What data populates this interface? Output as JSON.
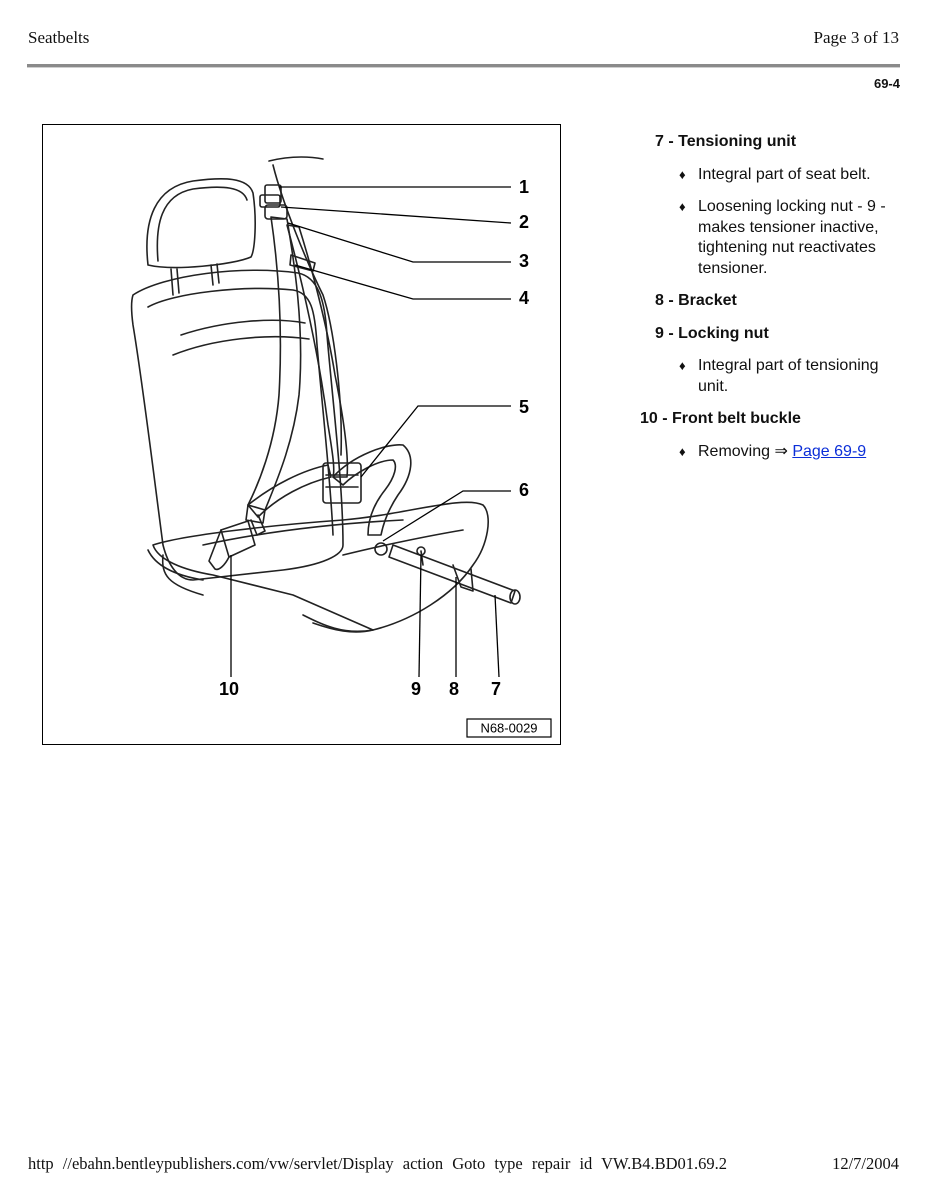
{
  "header": {
    "title": "Seatbelts",
    "page": "Page 3 of 13",
    "section": "69-4"
  },
  "figure": {
    "callouts": [
      "1",
      "2",
      "3",
      "4",
      "5",
      "6",
      "10",
      "9",
      "8",
      "7"
    ],
    "figure_id": "N68-0029"
  },
  "legend": {
    "item7": {
      "title": "7 - Tensioning unit",
      "bullet1": "Integral part of seat belt.",
      "bullet2": "Loosening locking nut - 9 - makes tensioner inactive, tightening nut reactivates tensioner."
    },
    "item8": {
      "title": "8 - Bracket"
    },
    "item9": {
      "title": "9 - Locking nut",
      "bullet1": "Integral part of tensioning unit."
    },
    "item10": {
      "title": "10 - Front belt buckle",
      "bullet_prefix": "Removing ⇒ ",
      "link": "Page 69-9"
    }
  },
  "footer": {
    "url": "http //ebahn.bentleypublishers.com/vw/servlet/Display action Goto type repair id VW.B4.BD01.69.2",
    "date": "12/7/2004"
  }
}
